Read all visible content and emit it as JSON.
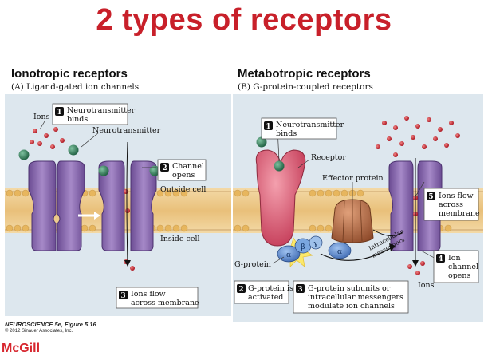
{
  "title": "2 types of receptors",
  "left": {
    "heading": "Ionotropic receptors",
    "subheading": "(A) Ligand-gated ion channels",
    "labels": {
      "ions": "Ions",
      "neurotransmitter": "Neurotransmitter",
      "outside_cell": "Outside cell",
      "inside_cell": "Inside cell"
    },
    "steps": [
      {
        "num": "1",
        "line1": "Neurotransmitter",
        "line2": "binds"
      },
      {
        "num": "2",
        "line1": "Channel",
        "line2": "opens"
      },
      {
        "num": "3",
        "line1": "Ions flow",
        "line2": "across membrane"
      }
    ]
  },
  "right": {
    "heading": "Metabotropic receptors",
    "subheading": "(B) G-protein-coupled receptors",
    "labels": {
      "receptor": "Receptor",
      "effector_protein": "Effector protein",
      "g_protein": "G-protein",
      "intracellular": "Intracellular",
      "messengers": "messengers",
      "ions": "Ions",
      "alpha": "α",
      "beta": "β",
      "gamma": "γ"
    },
    "steps": [
      {
        "num": "1",
        "line1": "Neurotransmitter",
        "line2": "binds"
      },
      {
        "num": "2",
        "line1": "G-protein is",
        "line2": "activated"
      },
      {
        "num": "3",
        "line1": "G-protein subunits or",
        "line2": "intracellular messengers",
        "line3": "modulate ion channels"
      },
      {
        "num": "4",
        "line1": "Ion",
        "line2": "channel",
        "line3": "opens"
      },
      {
        "num": "5",
        "line1": "Ions flow",
        "line2": "across",
        "line3": "membrane"
      }
    ]
  },
  "credit": {
    "book": "NEUROSCIENCE 5e, Figure 5.16",
    "copyright": "© 2012 Sinauer Associates, Inc."
  },
  "logo": "McGill",
  "colors": {
    "title": "#c8202a",
    "panel": "#dde7ee",
    "receptor": "#8563a8",
    "nt_ball": "#2e7d5c",
    "ion": "#c41f2e",
    "g_receptor": "#d9536c",
    "effector": "#b96a45",
    "alpha": "#4f7fc8"
  }
}
